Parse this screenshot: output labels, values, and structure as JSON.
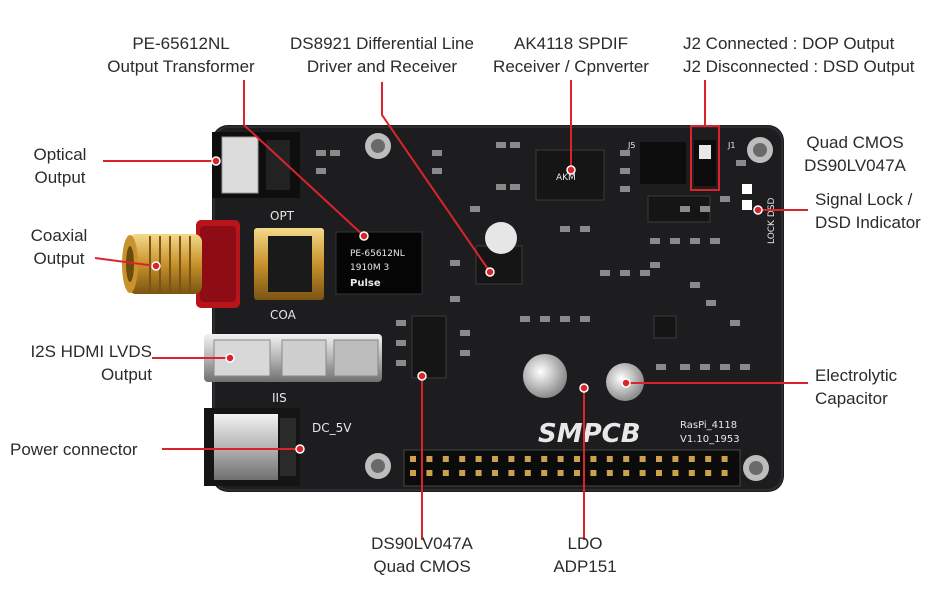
{
  "annotations": {
    "pe65612nl": [
      "PE-65612NL",
      "Output Transformer"
    ],
    "ds8921": [
      "DS8921 Differential Line",
      "Driver and Receiver"
    ],
    "ak4118": [
      "AK4118 SPDIF",
      "Receiver / Cpnverter"
    ],
    "j2": [
      "J2 Connected : DOP Output",
      "J2 Disconnected : DSD Output"
    ],
    "quad_cmos_right": [
      "Quad CMOS",
      "DS90LV047A"
    ],
    "optical": [
      "Optical",
      "Output"
    ],
    "signal_lock": [
      "Signal Lock /",
      "DSD Indicator"
    ],
    "coaxial": [
      "Coaxial",
      "Output"
    ],
    "i2s": [
      "I2S HDMI LVDS",
      "Output"
    ],
    "electrolytic": [
      "Electrolytic",
      "Capacitor"
    ],
    "power": [
      "Power connector"
    ],
    "ds90lv047a_bottom": [
      "DS90LV047A",
      "Quad CMOS"
    ],
    "ldo": [
      "LDO",
      "ADP151"
    ]
  },
  "board_silkscreen": {
    "opt": "OPT",
    "coa": "COA",
    "iis": "IIS",
    "dc": "DC_5V",
    "brand": "SMPCB",
    "model": "RasPi_4118",
    "version": "V1.10_1953",
    "lock_dsd": "LOCK DSD",
    "j5": "J5",
    "j1": "J1",
    "transformer_line1": "PE-65612NL",
    "transformer_line2": "1910M 3",
    "transformer_brand": "Pulse",
    "akm": "AKM"
  },
  "colors": {
    "leader": "#d9242b",
    "board": "#1d1d1f",
    "silkscreen": "#e8e8e8",
    "rca_red": "#b8141c",
    "gold": "#d8a640"
  }
}
